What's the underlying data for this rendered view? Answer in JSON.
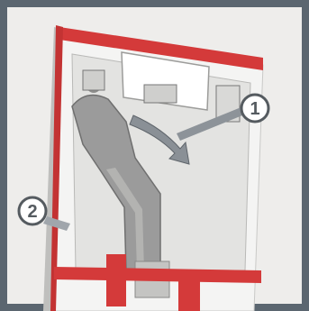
{
  "diagram": {
    "callouts": [
      {
        "label": "1",
        "meaning": "water-inlet-connection"
      },
      {
        "label": "2",
        "meaning": "side-supply-connection"
      }
    ],
    "colors": {
      "frame_border": "#5b6670",
      "wall": "#ecebe9",
      "cistern": "#f3f3f2",
      "frame_metal": "#d43a3a",
      "pipe": "#9b9b9b",
      "arrow": "#8a9096",
      "badge_fill": "#ffffff",
      "badge_stroke": "#555b60"
    },
    "icons": [
      "callout-1-badge",
      "callout-2-badge",
      "flow-arrow"
    ]
  }
}
